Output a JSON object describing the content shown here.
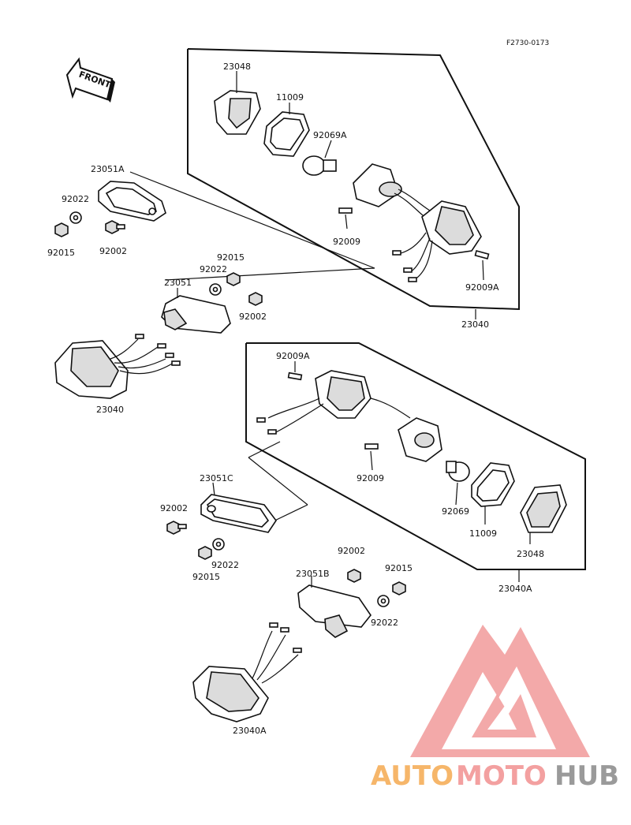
{
  "drawing_code": "F2730-0173",
  "front_label": "FRONT",
  "labels": {
    "l23048_a": "23048",
    "l11009_a": "11009",
    "l92069A": "92069A",
    "l23051A": "23051A",
    "l92022_a": "92022",
    "l92015_a": "92015",
    "l92002_a": "92002",
    "l92009_a": "92009",
    "l92009A_a": "92009A",
    "l23040_a": "23040",
    "l92015_b": "92015",
    "l92022_b": "92022",
    "l23051": "23051",
    "l92002_b": "92002",
    "l23040_b": "23040",
    "l92009A_b": "92009A",
    "l92009_b": "92009",
    "l23051C": "23051C",
    "l92002_c": "92002",
    "l92015_c": "92015",
    "l92022_c": "92022",
    "l92069": "92069",
    "l11009_b": "11009",
    "l23048_b": "23048",
    "l23040A_a": "23040A",
    "l92002_d": "92002",
    "l92015_d": "92015",
    "l23051B": "23051B",
    "l92022_d": "92022",
    "l23040A_b": "23040A"
  },
  "watermark": {
    "auto": "AUTO",
    "moto": "MOTO",
    "hub": "HUB",
    "colors": {
      "auto": "#f6b66a",
      "moto": "#f3a0a0",
      "hub": "#9a9a9a",
      "triangle": "#f2a0a0"
    }
  }
}
